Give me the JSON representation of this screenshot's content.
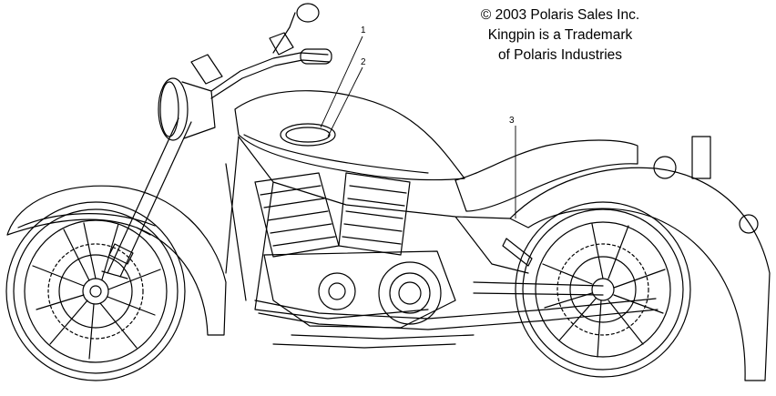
{
  "notice": {
    "line1": "© 2003 Polaris Sales Inc.",
    "line2": "Kingpin is a Trademark",
    "line3": "of Polaris Industries"
  },
  "callouts": [
    {
      "number": "1"
    },
    {
      "number": "2"
    },
    {
      "number": "3"
    }
  ],
  "colors": {
    "ink": "#000000",
    "background": "#ffffff"
  }
}
